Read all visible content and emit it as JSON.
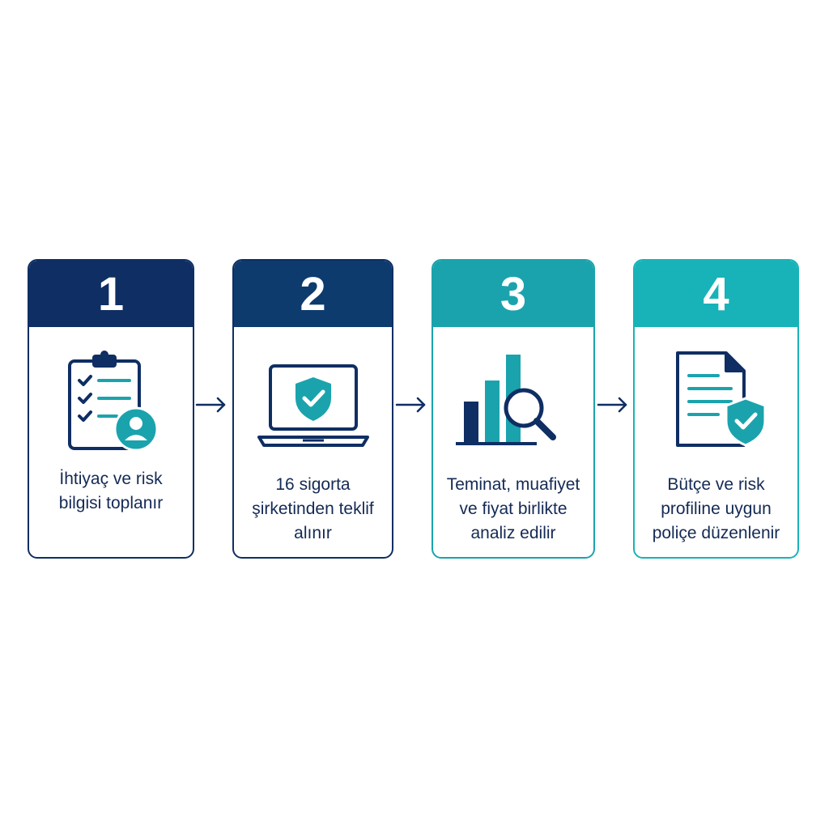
{
  "colors": {
    "navy": "#0f2e63",
    "navy_2": "#0d3b6e",
    "teal": "#1aa3ad",
    "teal_2": "#17b3b8",
    "text": "#142a55"
  },
  "steps": [
    {
      "number": "1",
      "icon": "clipboard-checklist-user-icon",
      "lines": [
        "İhtiyaç ve risk",
        "bilgisi toplanır"
      ]
    },
    {
      "number": "2",
      "icon": "laptop-shield-check-icon",
      "lines": [
        "16 sigorta",
        "şirketinden teklif",
        "alınır"
      ]
    },
    {
      "number": "3",
      "icon": "bar-chart-magnifier-icon",
      "lines": [
        "Teminat, muafiyet",
        "ve fiyat birlikte",
        "analiz edilir"
      ]
    },
    {
      "number": "4",
      "icon": "document-shield-check-icon",
      "lines": [
        "Bütçe ve risk",
        "profiline uygun",
        "poliçe düzenlenir"
      ]
    }
  ]
}
